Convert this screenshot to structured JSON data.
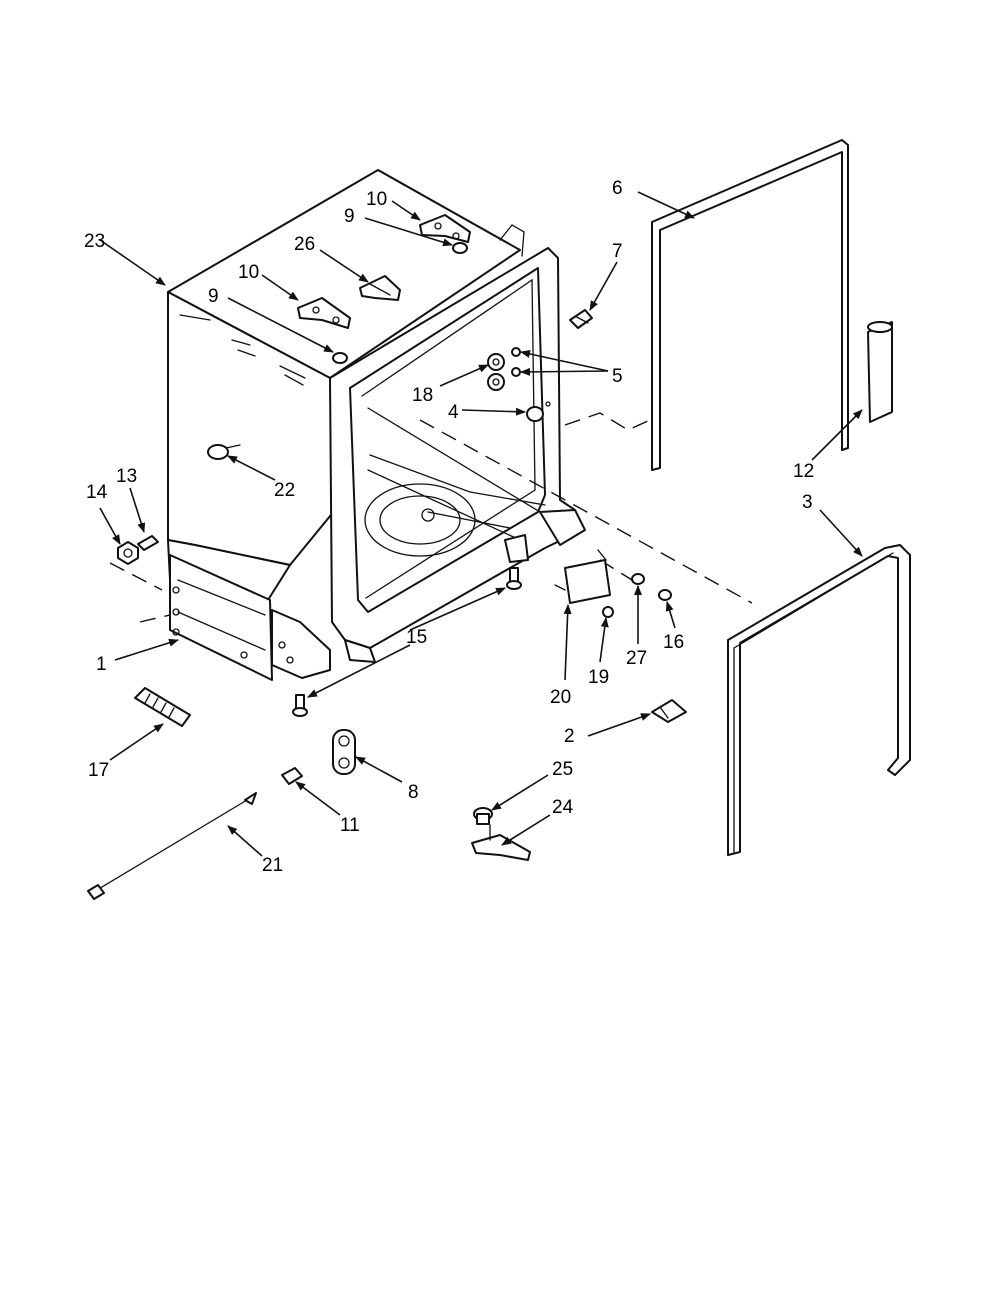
{
  "callouts": {
    "c1": "1",
    "c2": "2",
    "c3": "3",
    "c4": "4",
    "c5": "5",
    "c6": "6",
    "c7": "7",
    "c8": "8",
    "c9a": "9",
    "c9b": "9",
    "c10a": "10",
    "c10b": "10",
    "c11": "11",
    "c12": "12",
    "c13": "13",
    "c14": "14",
    "c15": "15",
    "c16": "16",
    "c17": "17",
    "c18": "18",
    "c19": "19",
    "c20": "20",
    "c21": "21",
    "c22": "22",
    "c23": "23",
    "c24": "24",
    "c25": "25",
    "c26": "26",
    "c27": "27"
  },
  "colors": {
    "line": "#111111",
    "background": "#ffffff"
  }
}
